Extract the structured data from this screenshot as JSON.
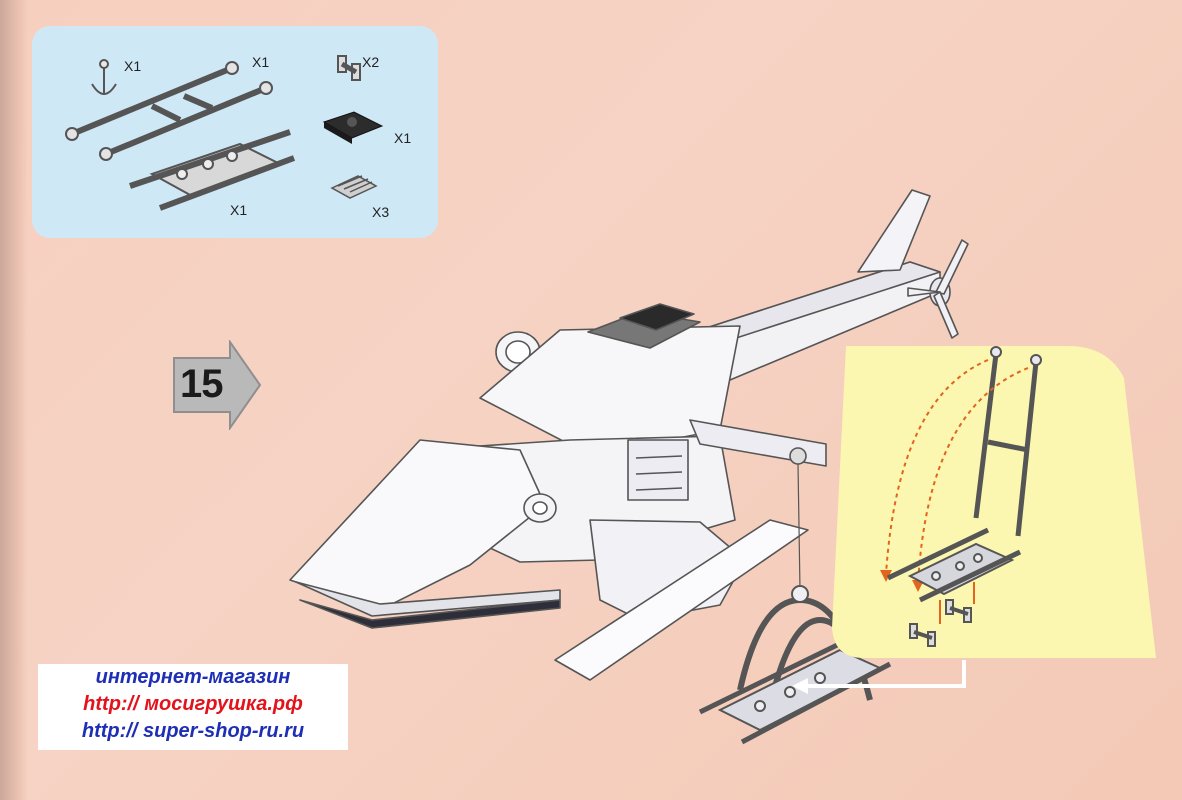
{
  "step": {
    "number": "15"
  },
  "parts": [
    {
      "name": "anchor-hook",
      "quantity": "X1"
    },
    {
      "name": "ladder-frame",
      "quantity": "X1"
    },
    {
      "name": "pin-connector",
      "quantity": "X2"
    },
    {
      "name": "dark-plate-with-stud",
      "quantity": "X1"
    },
    {
      "name": "stretcher-plate",
      "quantity": "X1"
    },
    {
      "name": "grille-tile",
      "quantity": "X3"
    }
  ],
  "store": {
    "title": "интернет-магазин",
    "url1": "http:// мосигрушка.рф",
    "url2": "http:// super-shop-ru.ru"
  },
  "colors": {
    "background": "#f6d3c4",
    "parts_panel": "#cfe8f5",
    "callout_panel": "#fbf6b0",
    "guide_arrow": "#e2641d",
    "link_blue": "#1f2fb5",
    "link_red": "#e3121b"
  }
}
